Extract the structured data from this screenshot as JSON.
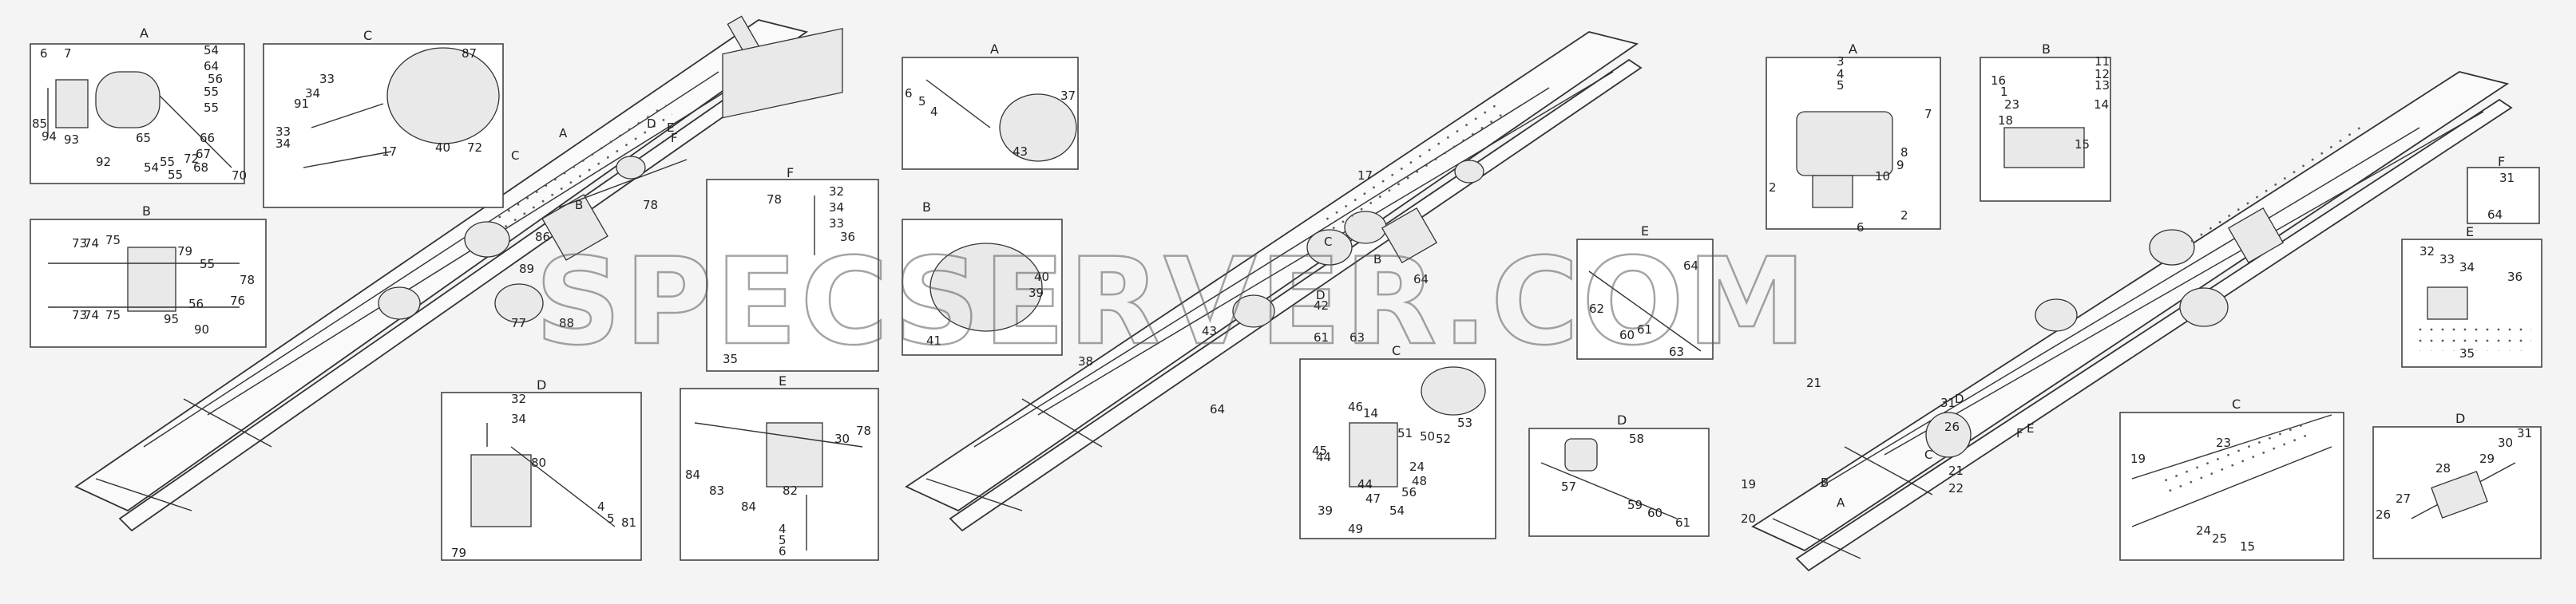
{
  "watermark": "SPECSERVER.COM",
  "panels": [
    {
      "id": "p1-A",
      "title": "A",
      "labels": [
        "6",
        "7",
        "54",
        "64",
        "56",
        "55",
        "55",
        "66",
        "67",
        "68",
        "72",
        "70",
        "85",
        "94",
        "93",
        "92",
        "54",
        "55",
        "55",
        "65"
      ]
    },
    {
      "id": "p1-C",
      "title": "C",
      "labels": [
        "87",
        "33",
        "34",
        "91",
        "33",
        "34",
        "17",
        "40",
        "72"
      ]
    },
    {
      "id": "p1-B",
      "title": "B",
      "labels": [
        "73",
        "74",
        "75",
        "79",
        "55",
        "78",
        "76",
        "56",
        "73",
        "74",
        "75",
        "95",
        "90"
      ]
    },
    {
      "id": "p1-F",
      "title": "F",
      "labels": [
        "78",
        "32",
        "34",
        "33",
        "36",
        "35"
      ]
    },
    {
      "id": "p1-D",
      "title": "D",
      "labels": [
        "32",
        "34",
        "80",
        "4",
        "5",
        "81",
        "79"
      ]
    },
    {
      "id": "p1-E",
      "title": "E",
      "labels": [
        "30",
        "78",
        "84",
        "83",
        "84",
        "82",
        "4",
        "5",
        "6"
      ]
    },
    {
      "id": "p2-A",
      "title": "A",
      "labels": [
        "6",
        "5",
        "4",
        "37",
        "43"
      ]
    },
    {
      "id": "p2-B",
      "title": "B",
      "labels": [
        "40",
        "39",
        "41"
      ]
    },
    {
      "id": "p2-C",
      "title": "C",
      "labels": [
        "46",
        "14",
        "45",
        "44",
        "53",
        "52",
        "50",
        "51",
        "24",
        "48",
        "44",
        "56",
        "47",
        "54",
        "49",
        "39"
      ]
    },
    {
      "id": "p2-D",
      "title": "D",
      "labels": [
        "58",
        "57",
        "59",
        "60",
        "61"
      ]
    },
    {
      "id": "p2-E",
      "title": "E",
      "labels": [
        "64",
        "62",
        "60",
        "61",
        "63"
      ]
    },
    {
      "id": "p3-A",
      "title": "A",
      "labels": [
        "3",
        "4",
        "5",
        "7",
        "8",
        "9",
        "10",
        "2",
        "2",
        "6"
      ]
    },
    {
      "id": "p3-B",
      "title": "B",
      "labels": [
        "11",
        "12",
        "13",
        "16",
        "1",
        "23",
        "14",
        "18",
        "15"
      ]
    },
    {
      "id": "p3-F",
      "title": "F",
      "labels": [
        "31",
        "64"
      ]
    },
    {
      "id": "p3-E",
      "title": "E",
      "labels": [
        "32",
        "33",
        "34",
        "36",
        "35"
      ]
    },
    {
      "id": "p3-C",
      "title": "C",
      "labels": [
        "23",
        "19",
        "24",
        "25",
        "15"
      ]
    },
    {
      "id": "p3-D",
      "title": "D",
      "labels": [
        "31",
        "30",
        "29",
        "28",
        "27",
        "26"
      ]
    }
  ],
  "chassis": [
    {
      "id": "c1",
      "callouts": [
        "A",
        "C",
        "B",
        "D",
        "E",
        "F",
        "78",
        "86",
        "89",
        "77",
        "88"
      ]
    },
    {
      "id": "c2",
      "callouts": [
        "17",
        "38",
        "64",
        "43",
        "42",
        "61",
        "63",
        "64",
        "B",
        "C",
        "D"
      ]
    },
    {
      "id": "c3",
      "callouts": [
        "21",
        "D",
        "C",
        "F",
        "E",
        "19",
        "20",
        "B",
        "26",
        "31",
        "21",
        "22",
        "A"
      ]
    }
  ]
}
